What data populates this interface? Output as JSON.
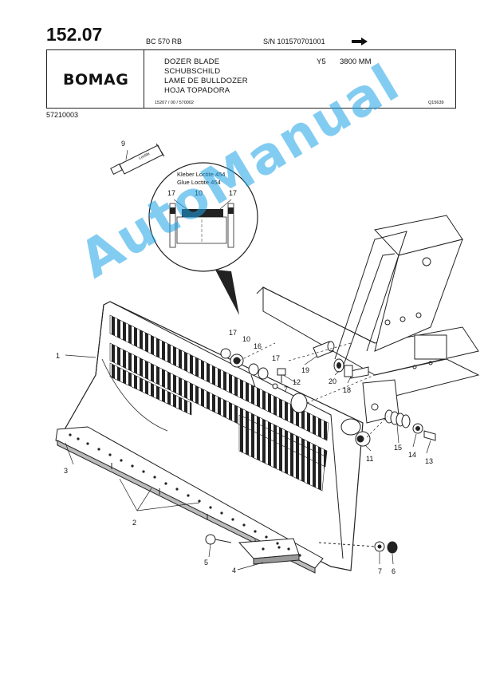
{
  "header": {
    "page_number": "152.07",
    "model": "BC 570 RB",
    "serial": "S/N 101570701001",
    "brand": "BOMAG",
    "titles": [
      "DOZER BLADE",
      "SCHUBSCHILD",
      "LAME DE BULLDOZER",
      "HOJA TOPADORA"
    ],
    "variant": "Y5",
    "dimension": "3800 MM",
    "ref_left": "15207 / 00 / 570002",
    "ref_right": "Q15639",
    "doc_number": "57210003"
  },
  "detail": {
    "note_line1": "Kleber Loctite 454",
    "note_line2": "Glue   Loctite 454",
    "tube_label": "Loctite"
  },
  "callouts": {
    "c1": "1",
    "c2": "2",
    "c3": "3",
    "c4": "4",
    "c5": "5",
    "c6": "6",
    "c7a": "7",
    "c7b": "7",
    "c9": "9",
    "c10a": "10",
    "c10b": "10",
    "c11": "11",
    "c12": "12",
    "c13": "13",
    "c14": "14",
    "c15": "15",
    "c16": "16",
    "c17a": "17",
    "c17b": "17",
    "c17c": "17",
    "c17d": "17",
    "c18": "18",
    "c19": "19",
    "c20": "20"
  },
  "watermark": "AutoManual"
}
